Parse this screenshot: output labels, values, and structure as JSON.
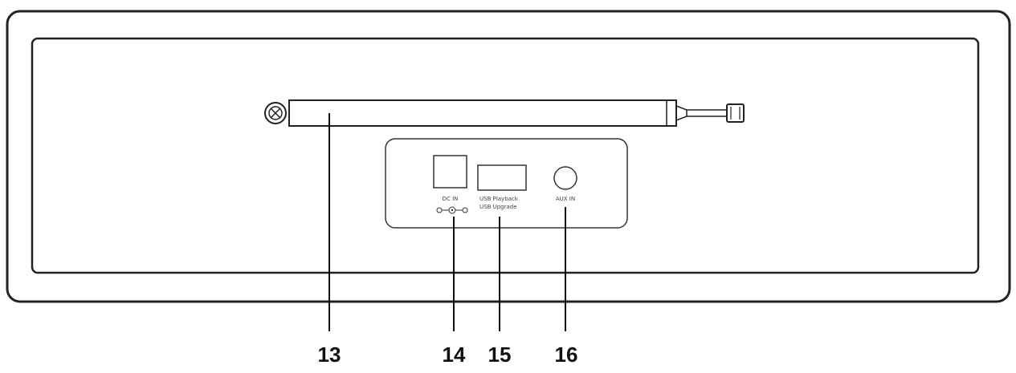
{
  "ports": {
    "dc_in": {
      "label": "DC IN"
    },
    "usb": {
      "label_line1": "USB Playback",
      "label_line2": "USB Upgrade"
    },
    "aux_in": {
      "label": "AUX IN"
    }
  },
  "callouts": [
    {
      "id": "13",
      "text": "13"
    },
    {
      "id": "14",
      "text": "14"
    },
    {
      "id": "15",
      "text": "15"
    },
    {
      "id": "16",
      "text": "16"
    }
  ],
  "colors": {
    "stroke": "#222222",
    "background": "#ffffff"
  }
}
